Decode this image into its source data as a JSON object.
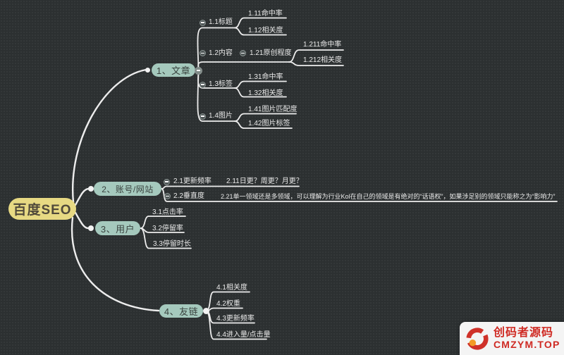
{
  "colors": {
    "background": "#2c3031",
    "line": "#ededed",
    "text": "#e9e9e9",
    "root_fill": "#e7d983",
    "root_text": "#50493a",
    "branch_fill": "#a5c9bd",
    "branch_text": "#39423e",
    "collapse_fill": "#4f5757",
    "watermark_accent": "#cf2a23",
    "watermark_bg": "#f4f4f4"
  },
  "tree": {
    "label": "百度SEO",
    "children": [
      {
        "label": "1、文章",
        "children": [
          {
            "label": "1.1标题",
            "children": [
              {
                "label": "1.11命中率"
              },
              {
                "label": "1.12相关度"
              }
            ]
          },
          {
            "label": "1.2内容",
            "children": [
              {
                "label": "1.21原创程度",
                "children": [
                  {
                    "label": "1.211命中率"
                  },
                  {
                    "label": "1.212相关度"
                  }
                ]
              }
            ]
          },
          {
            "label": "1.3标签",
            "children": [
              {
                "label": "1.31命中率"
              },
              {
                "label": "1.32相关度"
              }
            ]
          },
          {
            "label": "1.4图片",
            "children": [
              {
                "label": "1.41图片匹配度"
              },
              {
                "label": "1.42图片标签"
              }
            ]
          }
        ]
      },
      {
        "label": "2、账号/网站",
        "children": [
          {
            "label": "2.1更新频率",
            "children": [
              {
                "label": "2.11日更？周更？月更？"
              }
            ]
          },
          {
            "label": "2.2垂直度",
            "children": [
              {
                "label": "2.21单一领域还是多领域，可以理解为行业Kol在自己的领域是有绝对的“话语权”，如果涉足别的领域只能称之为“影响力”"
              }
            ]
          }
        ]
      },
      {
        "label": "3、用户",
        "children": [
          {
            "label": "3.1点击率"
          },
          {
            "label": "3.2停留率"
          },
          {
            "label": "3.3停留时长"
          }
        ]
      },
      {
        "label": "4、友链",
        "children": [
          {
            "label": "4.1相关度"
          },
          {
            "label": "4.2权重"
          },
          {
            "label": "4.3更新频率"
          },
          {
            "label": "4.4进入量/点击量"
          }
        ]
      }
    ]
  },
  "watermark": {
    "title": "创码者源码",
    "domain": "CMZYM.TOP",
    "logo": "swirl-logo"
  }
}
